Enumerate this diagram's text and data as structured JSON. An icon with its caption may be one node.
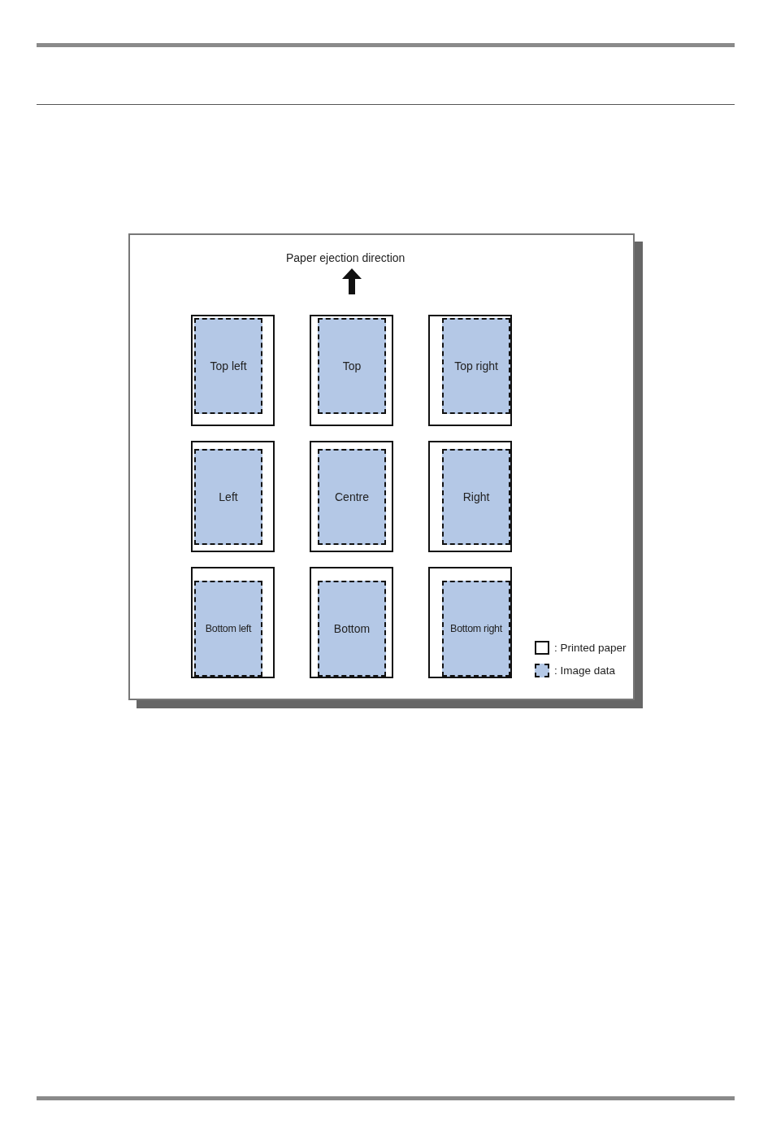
{
  "diagram": {
    "nodes": [
      {
        "text": [],
        "shape": "box"
      },
      {
        "text": [
          "Top left"
        ],
        "in": 0
      },
      {
        "text": [],
        "shape": "box"
      },
      {
        "text": [
          "Top"
        ],
        "in": 2
      },
      {
        "text": [],
        "shape": "box"
      },
      {
        "text": [
          "Top right"
        ],
        "in": 4
      },
      {
        "text": [],
        "shape": "box"
      },
      {
        "text": [
          "Left"
        ],
        "in": 6
      },
      {
        "text": [],
        "shape": "box"
      },
      {
        "text": [
          "Centre"
        ],
        "in": 8
      },
      {
        "text": [],
        "shape": "box"
      },
      {
        "text": [
          "Right"
        ],
        "in": 10
      },
      {
        "text": [],
        "shape": "box"
      },
      {
        "text": [
          "Bottom left"
        ],
        "in": 12
      },
      {
        "text": [],
        "shape": "box"
      },
      {
        "text": [
          "Bottom"
        ],
        "in": 14
      },
      {
        "text": [],
        "shape": "box"
      },
      {
        "text": [
          "Bottom right"
        ],
        "in": 16
      }
    ],
    "labels": [
      "Paper ejection direction"
    ],
    "legend": [
      {
        "text": ": Printed paper"
      },
      {
        "text": ": Image data",
        "color": "#b4c8e6"
      }
    ]
  }
}
